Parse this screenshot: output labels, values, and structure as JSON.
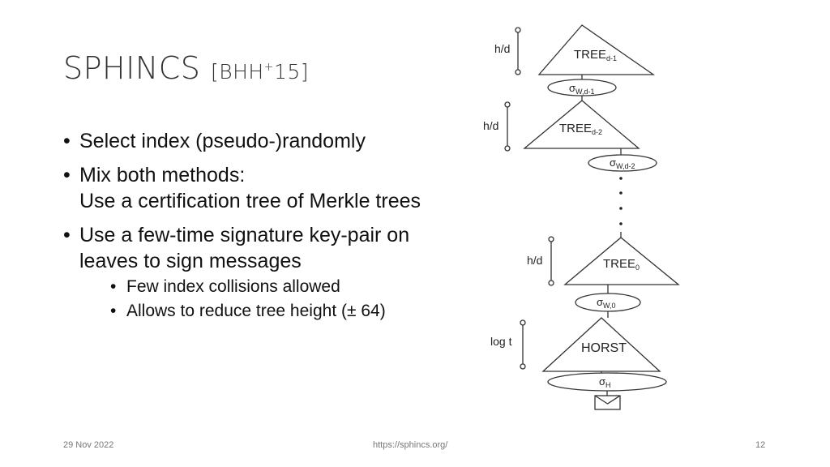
{
  "slide": {
    "title": "SPHINCS",
    "cite_prefix": "[BHH",
    "cite_sup": "+",
    "cite_suffix": "15]"
  },
  "bullets": [
    {
      "lines": [
        "Select index (pseudo-)randomly"
      ]
    },
    {
      "lines": [
        "Mix both methods:",
        "Use a certification tree of Merkle trees"
      ]
    },
    {
      "lines": [
        "Use a few-time signature key-pair on",
        "leaves to sign messages"
      ],
      "sub": [
        "Few index collisions allowed",
        "Allows to reduce tree height (± 64)"
      ]
    }
  ],
  "diagram": {
    "height_label": "h/d",
    "horst_height_label": "log t",
    "trees": [
      {
        "name": "TREE",
        "sub": "d-1"
      },
      {
        "name": "TREE",
        "sub": "d-2"
      },
      {
        "name": "TREE",
        "sub": "0"
      },
      {
        "name": "HORST",
        "sub": ""
      }
    ],
    "sigmas": [
      {
        "name": "σ",
        "sub": "W,d-1"
      },
      {
        "name": "σ",
        "sub": "W,d-2"
      },
      {
        "name": "σ",
        "sub": "W,0"
      },
      {
        "name": "σ",
        "sub": "H"
      }
    ],
    "message_icon": "envelope-icon"
  },
  "footer": {
    "date": "29 Nov 2022",
    "url": "https://sphincs.org/",
    "page": "12"
  }
}
